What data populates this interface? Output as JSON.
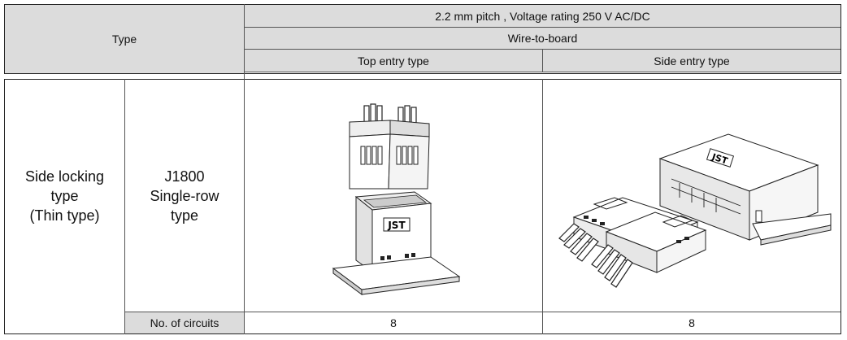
{
  "header": {
    "type_label": "Type",
    "spec": "2.2 mm pitch , Voltage rating 250 V AC/DC",
    "category": "Wire-to-board",
    "col_top": "Top entry type",
    "col_side": "Side entry type"
  },
  "row": {
    "locking_line1": "Side locking",
    "locking_line2": "type",
    "locking_line3": "(Thin type)",
    "model_line1": "J1800",
    "model_line2": "Single-row",
    "model_line3": "type",
    "circuits_label": "No. of circuits",
    "circuits_top": "8",
    "circuits_side": "8"
  },
  "logos": {
    "brand": "JST"
  }
}
